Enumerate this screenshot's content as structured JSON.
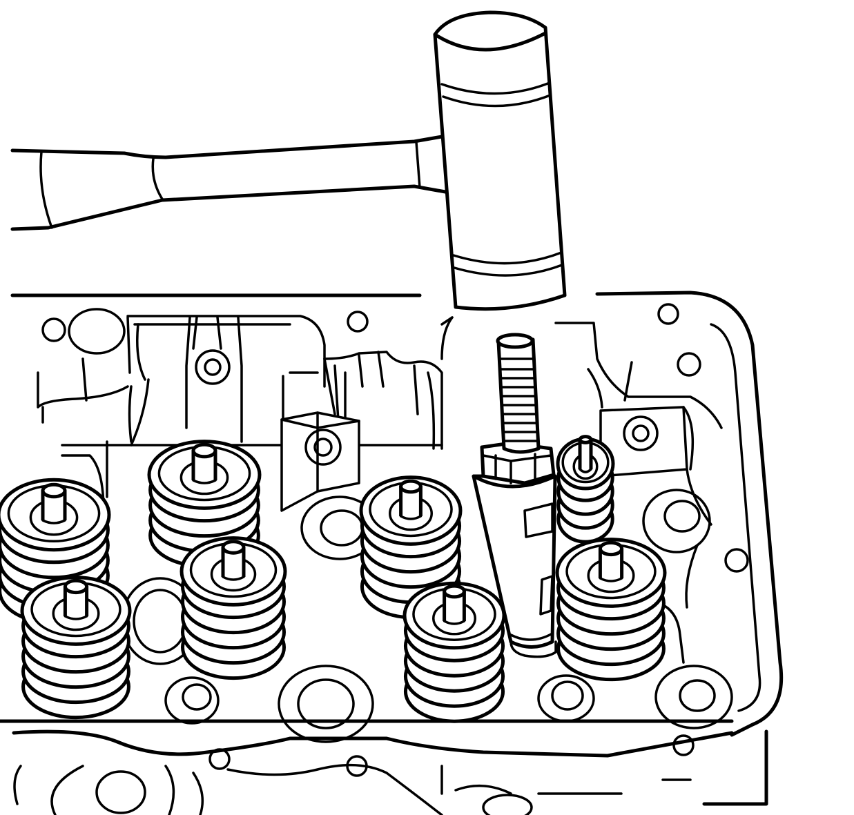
{
  "figure": {
    "subject": "",
    "colors": {
      "line": "#000000",
      "background": "#ffffff",
      "hatch": "#000000"
    }
  },
  "springs": [
    {
      "id": "spring-front-left-top",
      "coils": 5
    },
    {
      "id": "spring-rear-left",
      "coils": 4
    },
    {
      "id": "spring-front-left-bottom",
      "coils": 5
    },
    {
      "id": "spring-front-mid",
      "coils": 5
    },
    {
      "id": "spring-center",
      "coils": 5
    },
    {
      "id": "spring-front-right",
      "coils": 5
    },
    {
      "id": "spring-rear-right",
      "coils": 4
    },
    {
      "id": "spring-far-right",
      "coils": 5
    }
  ]
}
